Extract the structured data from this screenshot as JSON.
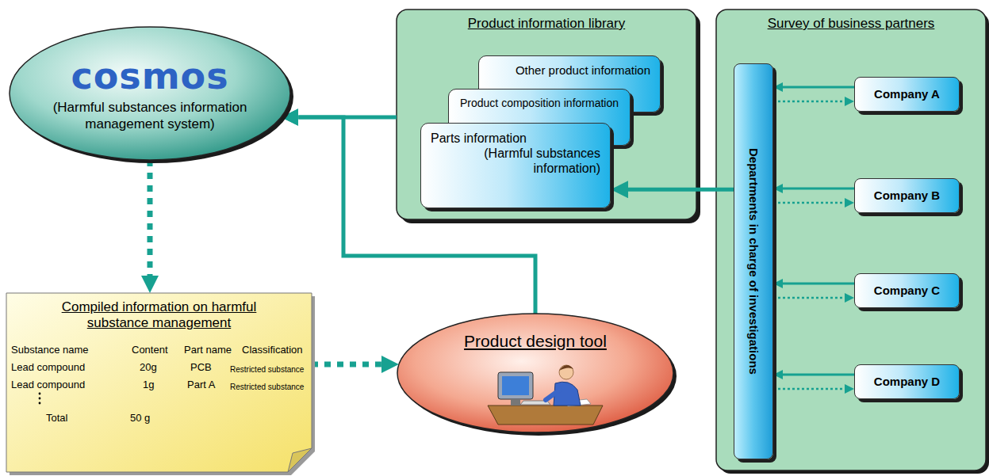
{
  "diagram": {
    "nodes": [
      {
        "text": [
          "cosmos",
          "(Harmful substances information management system)"
        ]
      },
      {
        "text": [
          "Product information library"
        ]
      },
      {
        "text": [
          "Other product information"
        ],
        "in": 1
      },
      {
        "text": [
          "Product composition information"
        ],
        "in": 1
      },
      {
        "text": [
          "Parts information",
          "(Harmful substances information)"
        ],
        "in": 1
      },
      {
        "text": [
          "Survey of business partners"
        ]
      },
      {
        "text": [
          "Departments in charge of investigations"
        ],
        "in": 5
      },
      {
        "text": [
          "Company A"
        ],
        "in": 5
      },
      {
        "text": [
          "Company B"
        ],
        "in": 5
      },
      {
        "text": [
          "Company C"
        ],
        "in": 5
      },
      {
        "text": [
          "Company D"
        ],
        "in": 5
      },
      {
        "text": [
          "Compiled information on harmful substance management"
        ]
      },
      {
        "text": [
          "Product design tool"
        ]
      }
    ],
    "edges": [
      {
        "from": 1,
        "to": 0,
        "arrow": "to"
      },
      {
        "from": 12,
        "to": 0,
        "arrow": "to"
      },
      {
        "from": 0,
        "to": 11,
        "arrow": "to"
      },
      {
        "from": 11,
        "to": 12,
        "arrow": "to"
      },
      {
        "from": 6,
        "to": 4,
        "arrow": "to"
      },
      {
        "from": 7,
        "to": 6,
        "arrow": "to"
      },
      {
        "from": 6,
        "to": 7,
        "arrow": "to"
      },
      {
        "from": 8,
        "to": 6,
        "arrow": "to"
      },
      {
        "from": 6,
        "to": 8,
        "arrow": "to"
      },
      {
        "from": 9,
        "to": 6,
        "arrow": "to"
      },
      {
        "from": 6,
        "to": 9,
        "arrow": "to"
      },
      {
        "from": 10,
        "to": 6,
        "arrow": "to"
      },
      {
        "from": 6,
        "to": 10,
        "arrow": "to"
      }
    ],
    "labels": [
      "Substance name",
      "Content",
      "Part name",
      "Classification",
      "Lead compound",
      "20g",
      "PCB",
      "Restricted substance",
      "Lead compound",
      "1g",
      "Part A",
      "Restricted substance",
      "Total",
      "50 g"
    ]
  }
}
